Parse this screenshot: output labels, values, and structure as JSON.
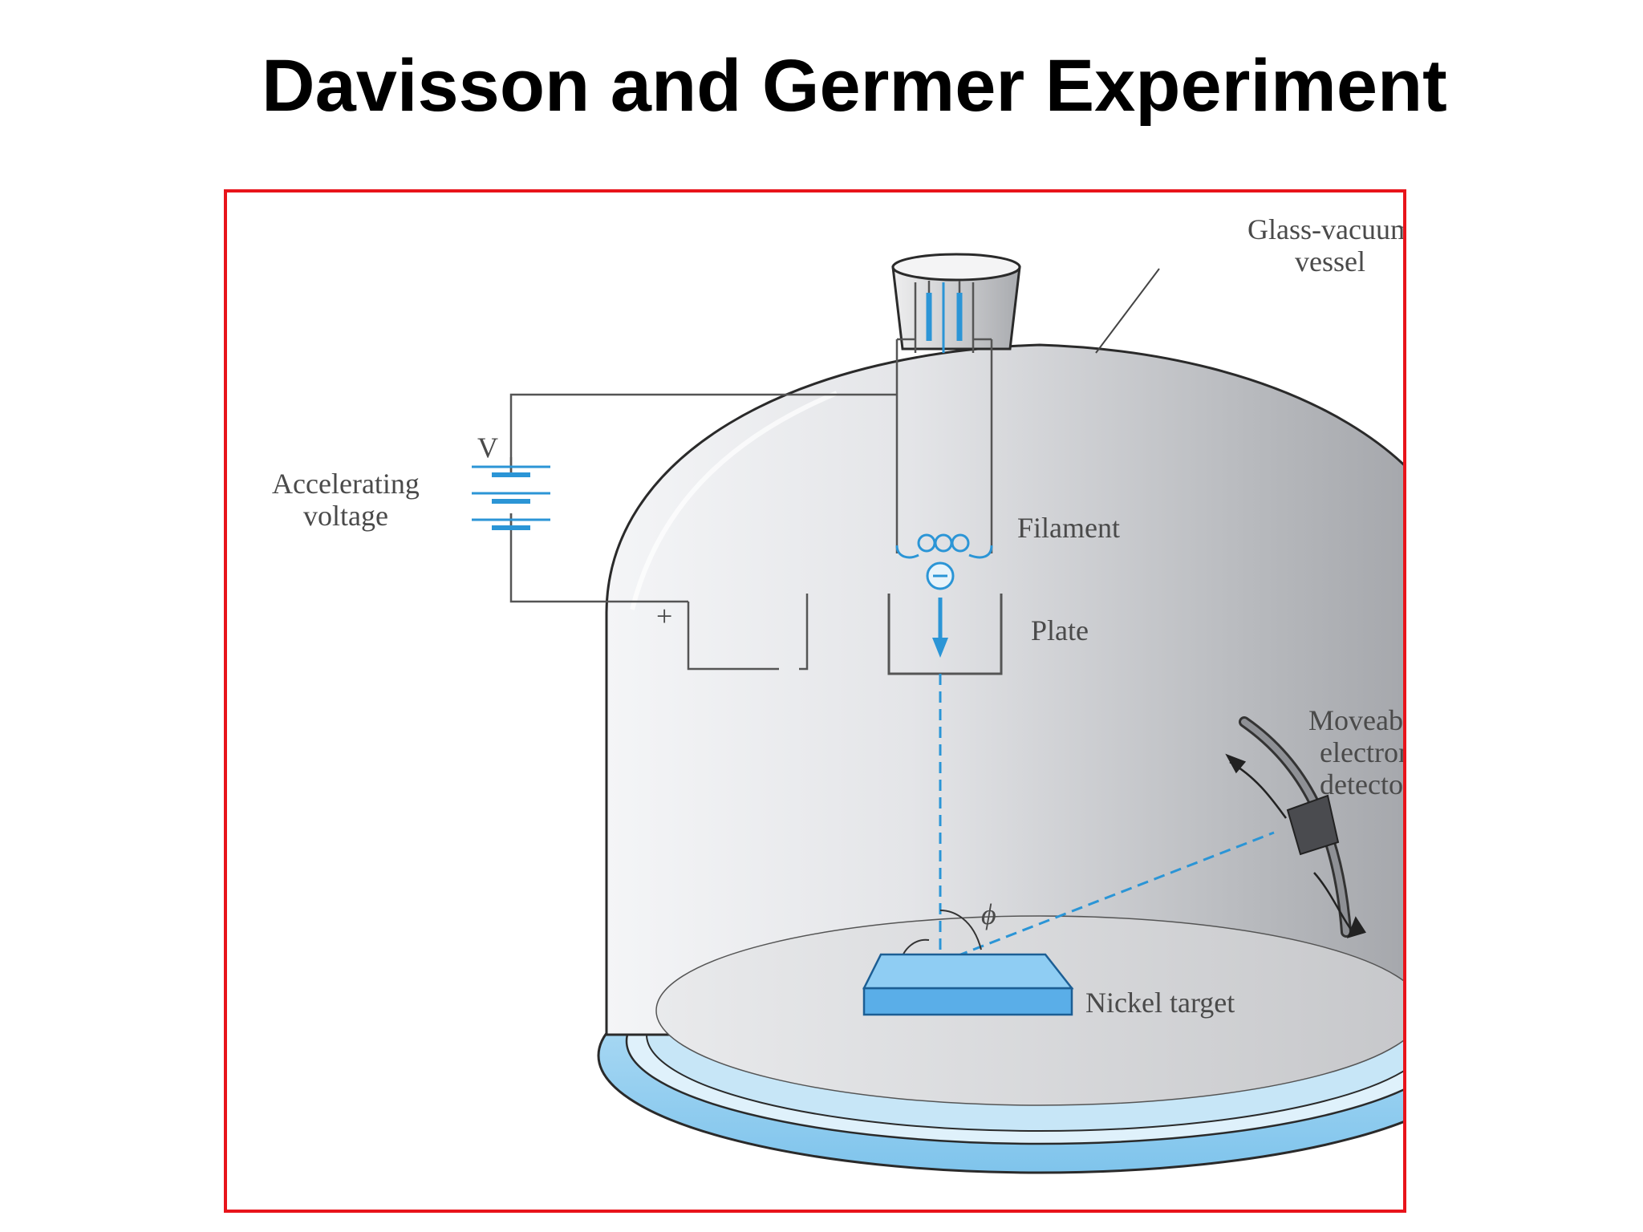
{
  "title": "Davisson and Germer Experiment",
  "labels": {
    "glass_vessel_line1": "Glass-vacuum",
    "glass_vessel_line2": "vessel",
    "voltage_symbol": "V",
    "accelerating_line1": "Accelerating",
    "accelerating_line2": "voltage",
    "filament": "Filament",
    "electron_symbol": "⊖",
    "plus_sign": "+",
    "plate": "Plate",
    "detector_line1": "Moveable",
    "detector_line2": "electron",
    "detector_line3": "detector",
    "angle_symbol": "ϕ",
    "nickel_target": "Nickel target"
  },
  "colors": {
    "frame_border": "#e8141b",
    "dome_fill_light": "#f2f3f5",
    "dome_fill_dark": "#9c9ea3",
    "base_blue": "#8fcdf0",
    "beam_blue": "#2b95d6",
    "wire": "#555555"
  }
}
